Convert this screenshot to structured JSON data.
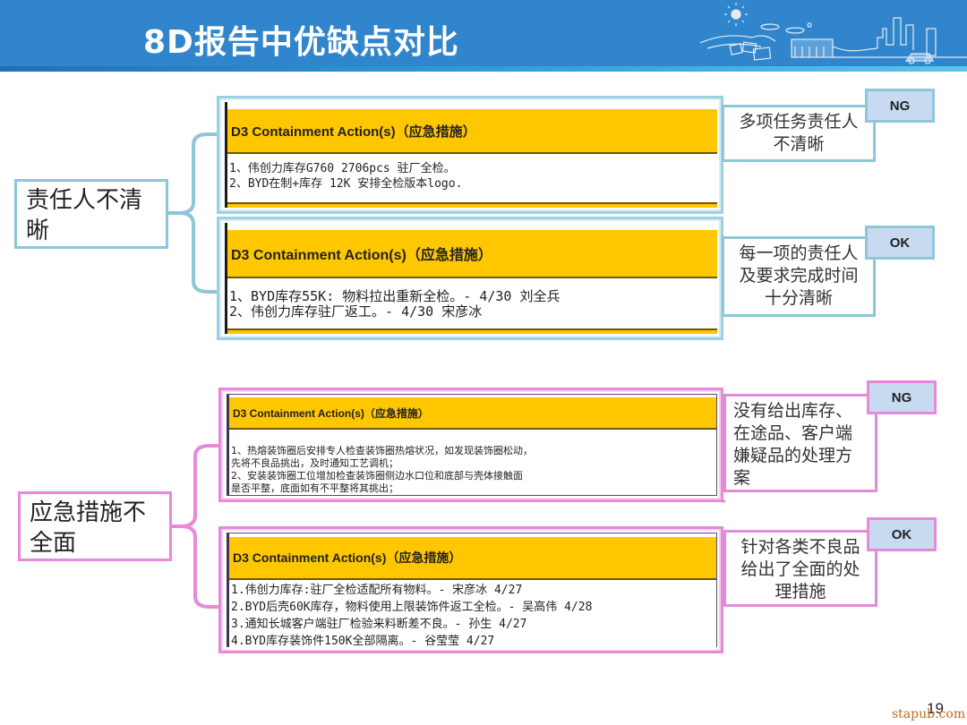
{
  "header": {
    "title": "8D报告中优缺点对比",
    "decoration": "city-landscape-illustration"
  },
  "colors": {
    "header_bg": "#3185cc",
    "d3_header_bg": "#ffc700",
    "group1_accent": "#8ec6da",
    "group2_accent": "#e58ad9",
    "badge_bg": "#c8daf0"
  },
  "groups": [
    {
      "label": "责任人不清晰",
      "label_lines": [
        "责任人不清",
        "晰"
      ],
      "examples": [
        {
          "header": "D3  Containment Action(s)（应急措施）",
          "lines": [
            "1、伟创力库存G760 2706pcs 驻厂全检。",
            "2、BYD在制+库存 12K 安排全检版本logo."
          ],
          "badge": "NG",
          "comment_lines": [
            "多项任务责任人",
            "不清晰"
          ]
        },
        {
          "header": "D3  Containment Action(s)（应急措施）",
          "lines": [
            "1、BYD库存55K: 物料拉出重新全检。- 4/30 刘全兵",
            "2、伟创力库存驻厂返工。- 4/30 宋彦冰"
          ],
          "badge": "OK",
          "comment_lines": [
            "每一项的责任人",
            "及要求完成时间",
            "十分清晰"
          ]
        }
      ]
    },
    {
      "label": "应急措施不全面",
      "label_lines": [
        "应急措施不",
        "全面"
      ],
      "examples": [
        {
          "header": "D3  Containment Action(s)（应急措施）",
          "lines": [
            "1、热熔装饰圈后安排专人检查装饰圈热熔状况，如发现装饰圈松动，",
            "先将不良品挑出，及时通知工艺调机；",
            "2、安装装饰圈工位增加检查装饰圈侧边水口位和底部与壳体接触面",
            "是否平整，底面如有不平整将其挑出；"
          ],
          "badge": "NG",
          "comment_lines": [
            "没有给出库存、",
            "在途品、客户端",
            "嫌疑品的处理方",
            "案"
          ]
        },
        {
          "header": "D3  Containment Action(s)（应急措施）",
          "lines": [
            "1.伟创力库存:驻厂全检适配所有物料。- 宋彦冰 4/27",
            "2.BYD后壳60K库存，物料使用上限装饰件返工全检。- 吴高伟 4/28",
            "3.通知长城客户端驻厂检验来料断差不良。- 孙生 4/27",
            "4.BYD库存装饰件150K全部隔离。- 谷莹莹 4/27"
          ],
          "badge": "OK",
          "comment_lines": [
            "针对各类不良品",
            "给出了全面的处",
            "理措施"
          ]
        }
      ]
    }
  ],
  "footer": {
    "page_number": "19",
    "watermark": "stapub.com"
  }
}
